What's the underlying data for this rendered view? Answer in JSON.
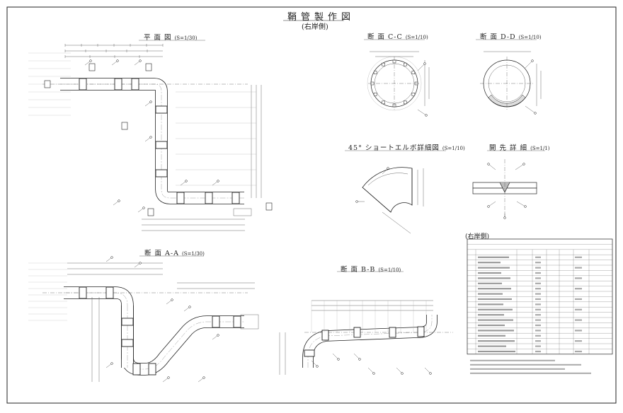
{
  "drawing": {
    "title": "鞘管製作図",
    "subtitle": "(右岸側)"
  },
  "views": {
    "plan": {
      "title": "平 面 図",
      "scale": "(S=1/30)"
    },
    "section_cc": {
      "title": "断 面 C-C",
      "scale": "(S=1/10)"
    },
    "section_dd": {
      "title": "断 面 D-D",
      "scale": "(S=1/10)"
    },
    "elbow_detail": {
      "title": "45° ショートエルボ詳細図",
      "scale": "(S=1/10)"
    },
    "bevel_detail": {
      "title": "開 先 詳 細",
      "scale": "(S=1/1)"
    },
    "section_aa": {
      "title": "断 面 A-A",
      "scale": "(S=1/30)"
    },
    "section_bb": {
      "title": "断 面 B-B",
      "scale": "(S=1/10)"
    }
  },
  "table": {
    "title": "(右岸側)"
  }
}
